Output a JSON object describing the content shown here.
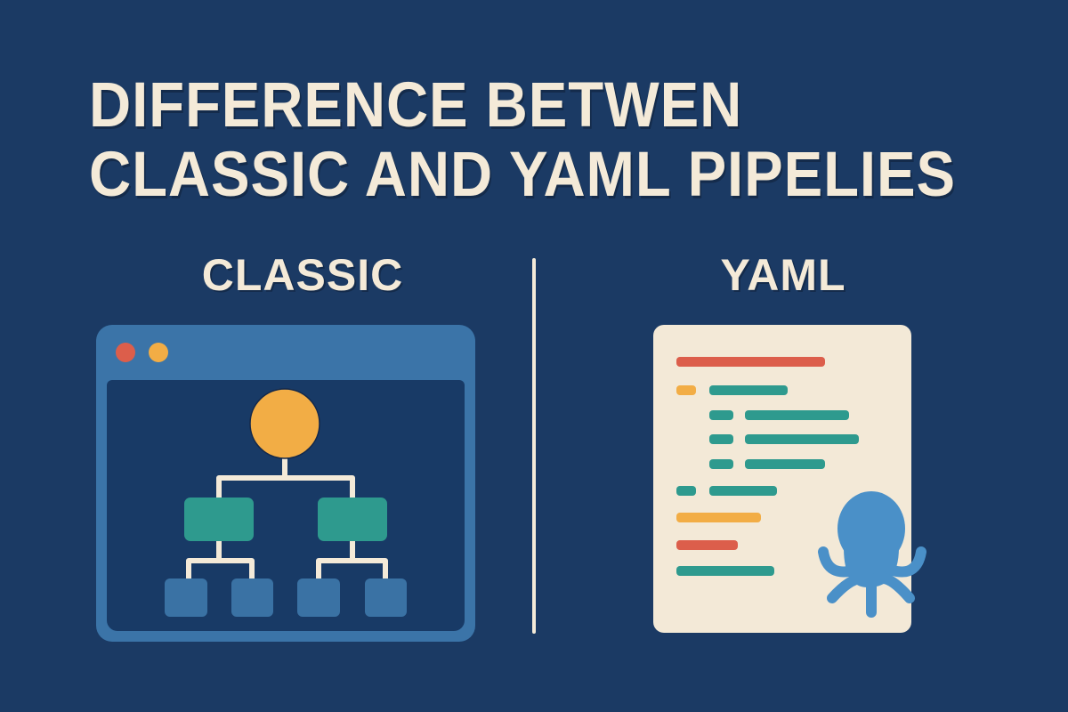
{
  "title": {
    "line1": "DIFFERENCE BETWEN",
    "line2": "CLASSIC AND YAML PIPELIES"
  },
  "columns": {
    "left": {
      "heading": "CLASSIC",
      "icon": "browser-window-with-tree-diagram"
    },
    "right": {
      "heading": "YAML",
      "icon": "yaml-document-with-octopus"
    }
  },
  "colors": {
    "background": "#1b3a64",
    "text": "#f4ead8",
    "window_frame": "#3b74a8",
    "orange": "#f2ad45",
    "teal": "#2e9a8e",
    "red": "#dc5e4b",
    "blue_node": "#3a72a4",
    "octopus": "#4a90c8",
    "paper": "#f3e9d7"
  }
}
